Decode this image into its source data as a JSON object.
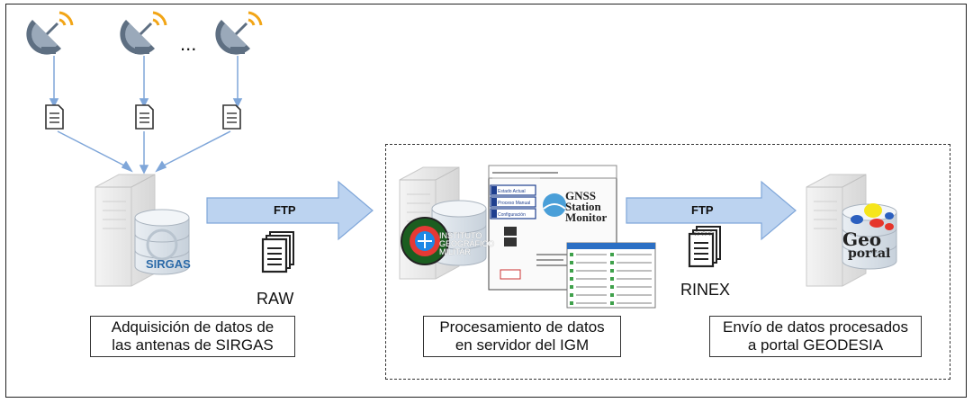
{
  "ellipsis": "...",
  "arrow_labels": {
    "ftp_1": "FTP",
    "ftp_2": "FTP"
  },
  "file_labels": {
    "raw": "RAW",
    "rinex": "RINEX"
  },
  "boxes": {
    "acquisition": {
      "line1": "Adquisición de datos de",
      "line2": "las antenas de SIRGAS"
    },
    "processing": {
      "line1": "Procesamiento de datos",
      "line2": "en servidor del IGM"
    },
    "delivery": {
      "line1": "Envío de datos procesados",
      "line2": "a portal GEODESIA"
    }
  },
  "logos": {
    "sirgas": "SIRGAS",
    "igm": [
      "INSTITUTO",
      "GEOGRÁFICO",
      "MILITAR"
    ],
    "geoportal": [
      "Geo",
      "portal"
    ]
  },
  "app": {
    "title": "GNSS Station Monitor",
    "title_lines": [
      "GNSS",
      "Station",
      "Monitor"
    ],
    "side_buttons": [
      "Estado Actual",
      "Proceso Manual",
      "Configuración"
    ]
  },
  "colors": {
    "arrow_fill": "#bcd3f0",
    "arrow_stroke": "#7fa6d9",
    "server": "#e8e8e8"
  }
}
